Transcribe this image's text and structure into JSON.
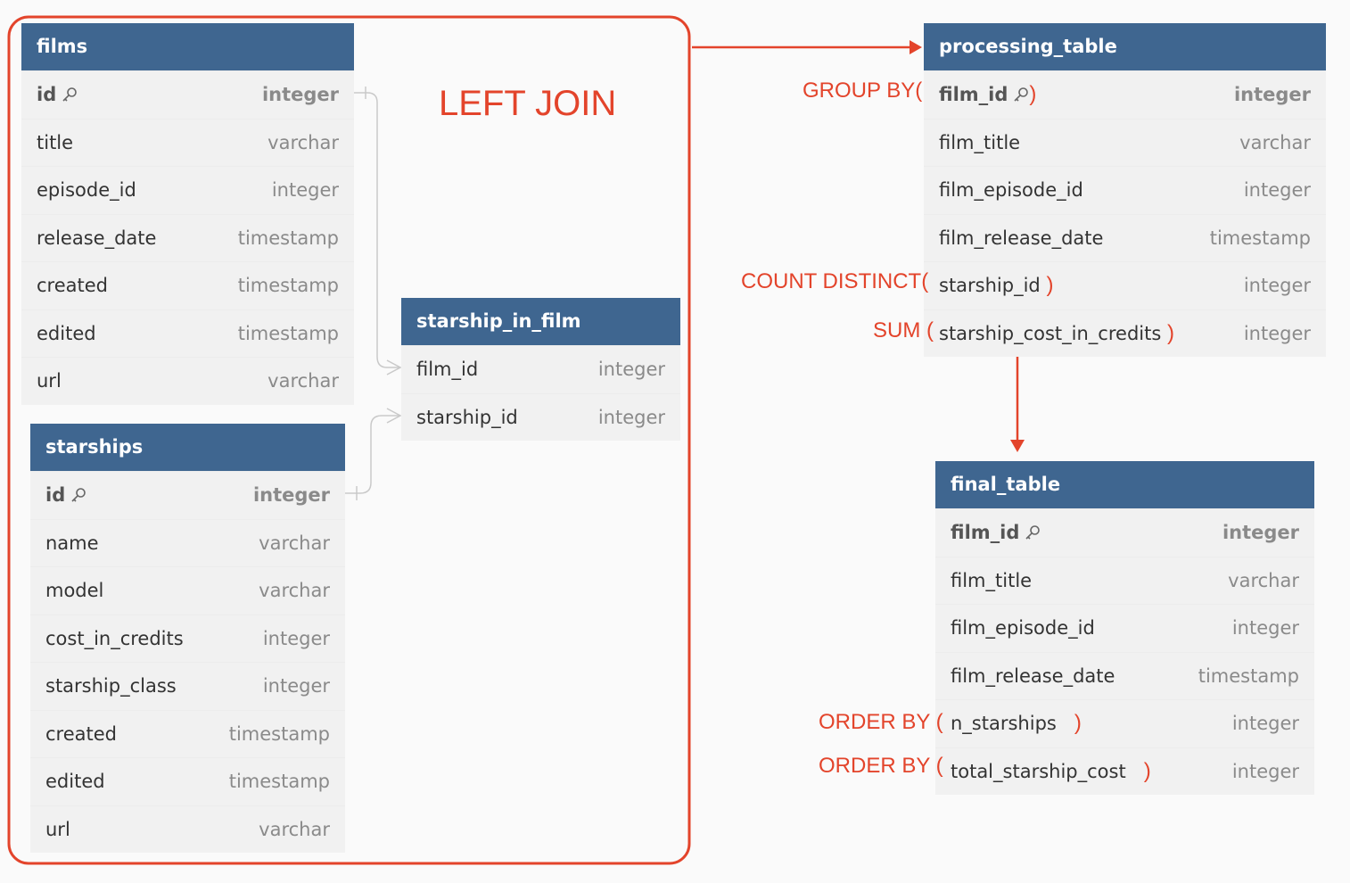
{
  "join_label": "LEFT JOIN",
  "tables": {
    "films": {
      "title": "films",
      "rows": [
        {
          "name": "id",
          "type": "integer"
        },
        {
          "name": "title",
          "type": "varchar"
        },
        {
          "name": "episode_id",
          "type": "integer"
        },
        {
          "name": "release_date",
          "type": "timestamp"
        },
        {
          "name": "created",
          "type": "timestamp"
        },
        {
          "name": "edited",
          "type": "timestamp"
        },
        {
          "name": "url",
          "type": "varchar"
        }
      ]
    },
    "starships": {
      "title": "starships",
      "rows": [
        {
          "name": "id",
          "type": "integer"
        },
        {
          "name": "name",
          "type": "varchar"
        },
        {
          "name": "model",
          "type": "varchar"
        },
        {
          "name": "cost_in_credits",
          "type": "integer"
        },
        {
          "name": "starship_class",
          "type": "integer"
        },
        {
          "name": "created",
          "type": "timestamp"
        },
        {
          "name": "edited",
          "type": "timestamp"
        },
        {
          "name": "url",
          "type": "varchar"
        }
      ]
    },
    "starship_in_film": {
      "title": "starship_in_film",
      "rows": [
        {
          "name": "film_id",
          "type": "integer"
        },
        {
          "name": "starship_id",
          "type": "integer"
        }
      ]
    },
    "processing_table": {
      "title": "processing_table",
      "rows": [
        {
          "name": "film_id",
          "type": "integer"
        },
        {
          "name": "film_title",
          "type": "varchar"
        },
        {
          "name": "film_episode_id",
          "type": "integer"
        },
        {
          "name": "film_release_date",
          "type": "timestamp"
        },
        {
          "name": "starship_id",
          "type": "integer"
        },
        {
          "name": "starship_cost_in_credits",
          "type": "integer"
        }
      ]
    },
    "final_table": {
      "title": "final_table",
      "rows": [
        {
          "name": "film_id",
          "type": "integer"
        },
        {
          "name": "film_title",
          "type": "varchar"
        },
        {
          "name": "film_episode_id",
          "type": "integer"
        },
        {
          "name": "film_release_date",
          "type": "timestamp"
        },
        {
          "name": "n_starships",
          "type": "integer"
        },
        {
          "name": "total_starship_cost",
          "type": "integer"
        }
      ]
    }
  },
  "annotations": {
    "group_by": "GROUP BY(",
    "group_by_close": ")",
    "count_distinct": "COUNT DISTINCT(",
    "count_distinct_close": ")",
    "sum": "SUM (",
    "sum_close": ")",
    "order_by_1": "ORDER BY (",
    "order_by_1_close": ")",
    "order_by_2": "ORDER BY (",
    "order_by_2_close": ")"
  },
  "colors": {
    "header": "#3f6690",
    "accent": "#e3442b",
    "body": "#f1f1f1"
  }
}
